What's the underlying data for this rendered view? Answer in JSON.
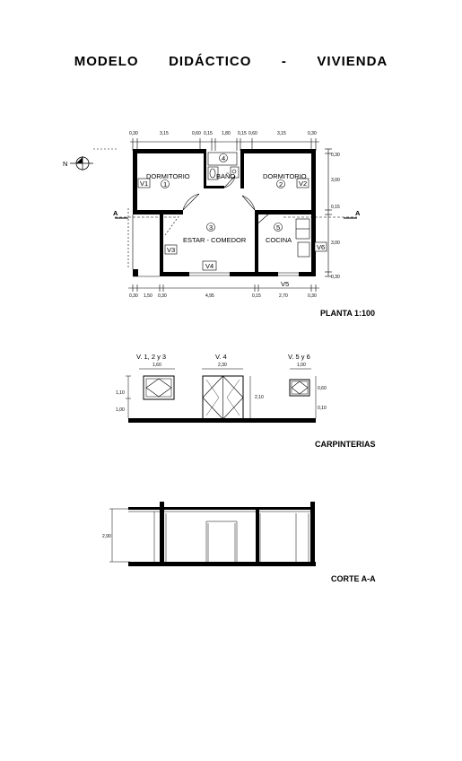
{
  "title": "MODELO   DIDÁCTICO   -   VIVIENDA",
  "plan": {
    "caption": "PLANTA 1:100",
    "north_label": "N",
    "section_mark": "A",
    "top_dims": [
      "0,30",
      "3,15",
      "0,60",
      "0,15",
      "1,80",
      "0,15",
      "0,60",
      "3,15",
      "0,30"
    ],
    "bottom_dims": [
      "0,30",
      "1,50",
      "0,30",
      "4,95",
      "0,15",
      "2,70",
      "0,30"
    ],
    "right_dims": [
      "0,30",
      "3,00",
      "0,15",
      "3,00",
      "0,30"
    ],
    "rooms": [
      {
        "name": "DORMITORIO",
        "number": "1"
      },
      {
        "name": "BAÑO",
        "number": "4"
      },
      {
        "name": "DORMITORIO",
        "number": "2"
      },
      {
        "name": "ESTAR - COMEDOR",
        "number": "3"
      },
      {
        "name": "COCINA",
        "number": "5"
      }
    ],
    "windows": [
      "V1",
      "V2",
      "V3",
      "V4",
      "V5",
      "V6"
    ]
  },
  "carpentry": {
    "caption": "CARPINTERIAS",
    "items": [
      {
        "title": "V. 1, 2 y 3",
        "width": "1,60"
      },
      {
        "title": "V. 4",
        "width": "2,30"
      },
      {
        "title": "V. 5 y 6",
        "width": "1,00"
      }
    ],
    "left_dims": [
      "1,10",
      "1,00"
    ],
    "v4_height": "2,10",
    "right_dims": [
      "0,60",
      "0,10"
    ]
  },
  "section": {
    "caption": "CORTE A-A",
    "height": "2,90"
  }
}
